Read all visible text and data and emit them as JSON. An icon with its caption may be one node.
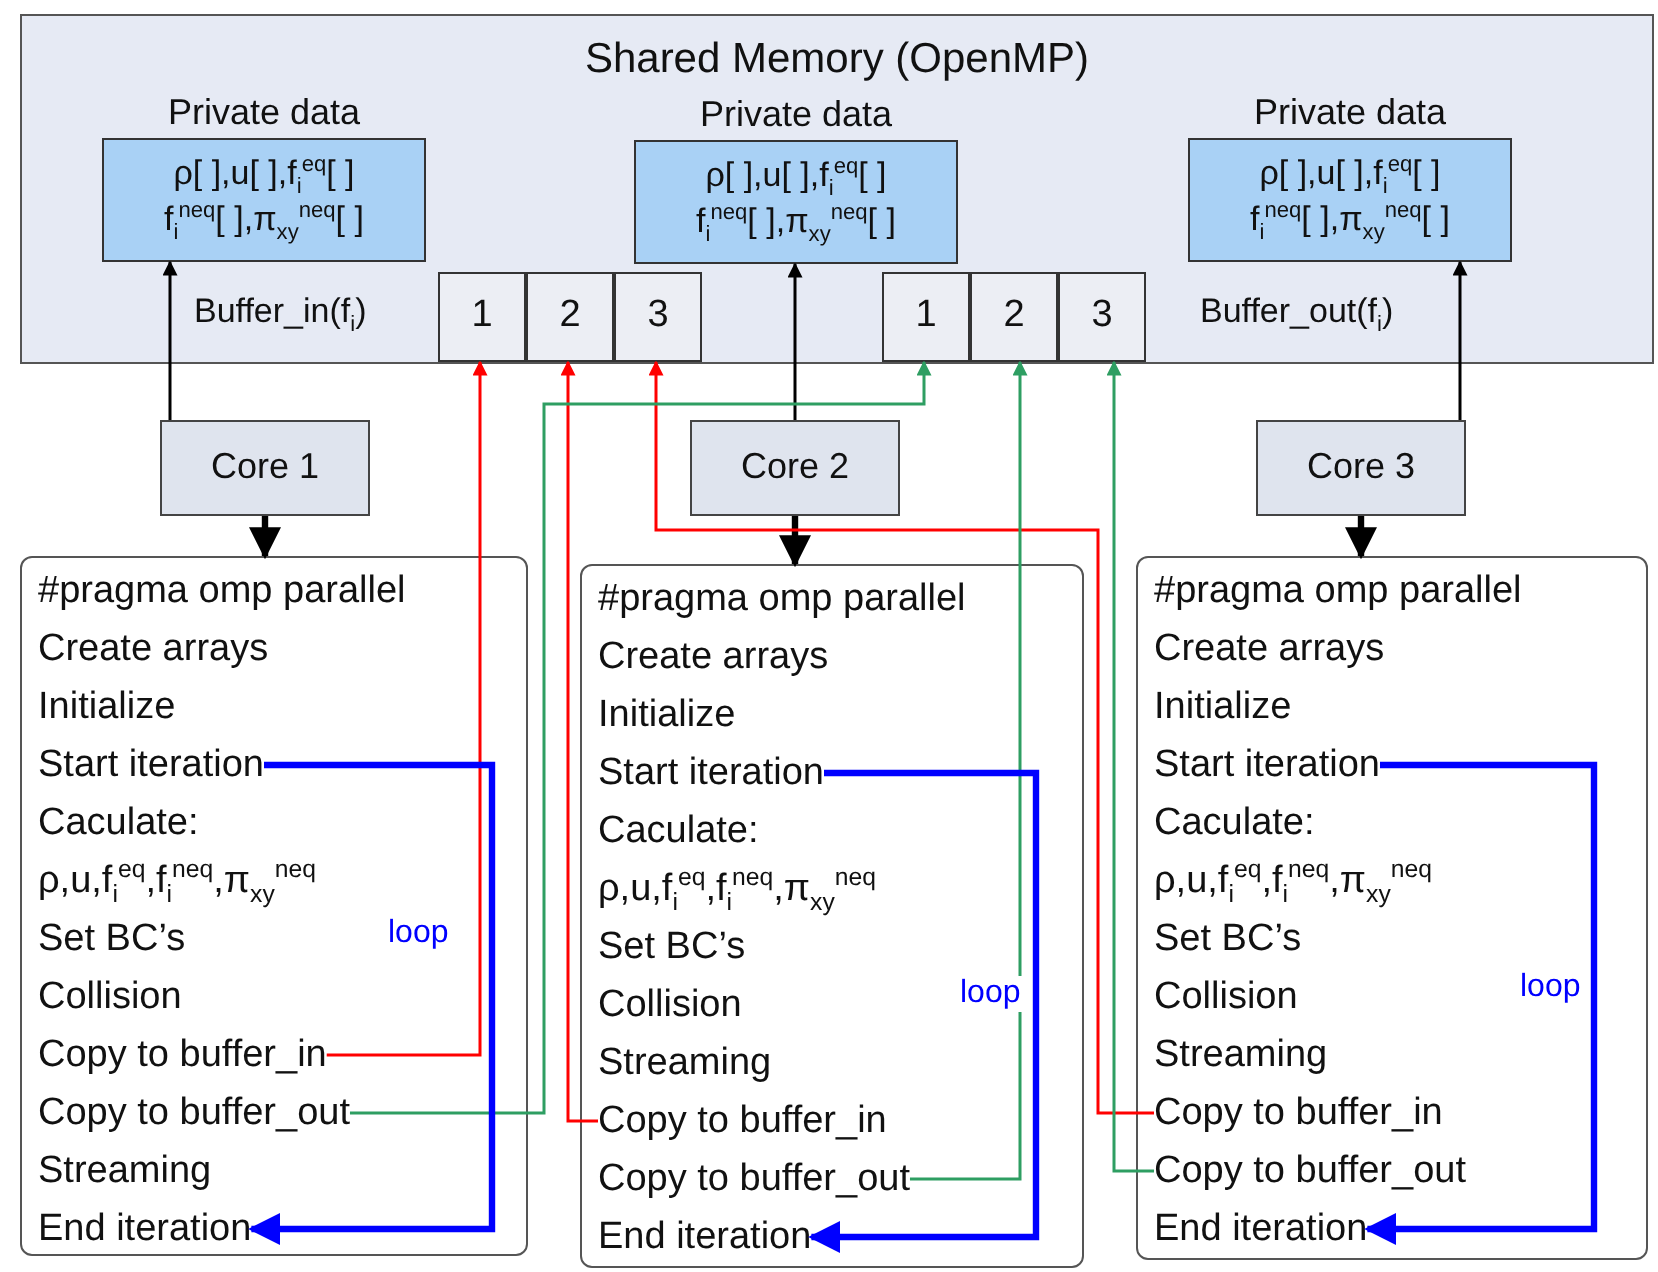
{
  "diagram": {
    "nodes": [
      {
        "text": [
          "Shared Memory (OpenMP)"
        ]
      },
      {
        "text": [
          "Private data",
          "ρ[ ],u[ ],f$_{i}$$^{eq}$[ ]",
          "f$_{i}$$^{neq}$[ ],π$_{xy}$$^{neq}$[ ]"
        ],
        "in": 0
      },
      {
        "text": [
          "Private data",
          "ρ[ ],u[ ],f$_{i}$$^{eq}$[ ]",
          "f$_{i}$$^{neq}$[ ],π$_{xy}$$^{neq}$[ ]"
        ],
        "in": 0
      },
      {
        "text": [
          "Private data",
          "ρ[ ],u[ ],f$_{i}$$^{eq}$[ ]",
          "f$_{i}$$^{neq}$[ ],π$_{xy}$$^{neq}$[ ]"
        ],
        "in": 0
      },
      {
        "text": [
          "1"
        ],
        "in": 0
      },
      {
        "text": [
          "2"
        ],
        "in": 0
      },
      {
        "text": [
          "3"
        ],
        "in": 0
      },
      {
        "text": [
          "1"
        ],
        "in": 0
      },
      {
        "text": [
          "2"
        ],
        "in": 0
      },
      {
        "text": [
          "3"
        ],
        "in": 0
      },
      {
        "text": [
          "Core 1"
        ]
      },
      {
        "text": [
          "Core 2"
        ]
      },
      {
        "text": [
          "Core 3"
        ]
      },
      {
        "text": [],
        "shape": "box"
      },
      {
        "text": [
          "#pragma omp parallel"
        ],
        "in": 13
      },
      {
        "text": [
          "Create arrays"
        ],
        "in": 13
      },
      {
        "text": [
          "Initialize"
        ],
        "in": 13
      },
      {
        "text": [
          "Start iteration"
        ],
        "in": 13
      },
      {
        "text": [
          "Caculate:"
        ],
        "in": 13
      },
      {
        "text": [
          "ρ,u,f$_{i}$$^{eq}$,f$_{i}$$^{neq}$,π$_{xy}$$^{neq}$"
        ],
        "in": 13
      },
      {
        "text": [
          "Set BC’s"
        ],
        "in": 13
      },
      {
        "text": [
          "Collision"
        ],
        "in": 13
      },
      {
        "text": [
          "Copy to buffer_in"
        ],
        "in": 13
      },
      {
        "text": [
          "Copy to buffer_out"
        ],
        "in": 13
      },
      {
        "text": [
          "Streaming"
        ],
        "in": 13
      },
      {
        "text": [
          "End iteration"
        ],
        "in": 13
      },
      {
        "text": [],
        "shape": "box"
      },
      {
        "text": [
          "#pragma omp parallel"
        ],
        "in": 26
      },
      {
        "text": [
          "Create arrays"
        ],
        "in": 26
      },
      {
        "text": [
          "Initialize"
        ],
        "in": 26
      },
      {
        "text": [
          "Start iteration"
        ],
        "in": 26
      },
      {
        "text": [
          "Caculate:"
        ],
        "in": 26
      },
      {
        "text": [
          "ρ,u,f$_{i}$$^{eq}$,f$_{i}$$^{neq}$,π$_{xy}$$^{neq}$"
        ],
        "in": 26
      },
      {
        "text": [
          "Set BC’s"
        ],
        "in": 26
      },
      {
        "text": [
          "Collision"
        ],
        "in": 26
      },
      {
        "text": [
          "Streaming"
        ],
        "in": 26
      },
      {
        "text": [
          "Copy to buffer_in"
        ],
        "in": 26
      },
      {
        "text": [
          "Copy to buffer_out"
        ],
        "in": 26
      },
      {
        "text": [
          "End iteration"
        ],
        "in": 26
      },
      {
        "text": [],
        "shape": "box"
      },
      {
        "text": [
          "#pragma omp parallel"
        ],
        "in": 39
      },
      {
        "text": [
          "Create arrays"
        ],
        "in": 39
      },
      {
        "text": [
          "Initialize"
        ],
        "in": 39
      },
      {
        "text": [
          "Start iteration"
        ],
        "in": 39
      },
      {
        "text": [
          "Caculate:"
        ],
        "in": 39
      },
      {
        "text": [
          "ρ,u,f$_{i}$$^{eq}$,f$_{i}$$^{neq}$,π$_{xy}$$^{neq}$"
        ],
        "in": 39
      },
      {
        "text": [
          "Set BC’s"
        ],
        "in": 39
      },
      {
        "text": [
          "Collision"
        ],
        "in": 39
      },
      {
        "text": [
          "Streaming"
        ],
        "in": 39
      },
      {
        "text": [
          "Copy to buffer_in"
        ],
        "in": 39
      },
      {
        "text": [
          "Copy to buffer_out"
        ],
        "in": 39
      },
      {
        "text": [
          "End iteration"
        ],
        "in": 39
      }
    ],
    "edges": [
      {
        "from": 10,
        "to": 1,
        "arrow": "to"
      },
      {
        "from": 11,
        "to": 2,
        "arrow": "to"
      },
      {
        "from": 12,
        "to": 3,
        "arrow": "to"
      },
      {
        "from": 10,
        "to": 13,
        "arrow": "to",
        "style": "thick"
      },
      {
        "from": 11,
        "to": 26,
        "arrow": "to",
        "style": "thick"
      },
      {
        "from": 12,
        "to": 39,
        "arrow": "to",
        "style": "thick"
      },
      {
        "from": 22,
        "to": 4,
        "arrow": "to",
        "color": "#ff0000"
      },
      {
        "from": 36,
        "to": 5,
        "arrow": "to",
        "color": "#ff0000"
      },
      {
        "from": 49,
        "to": 6,
        "arrow": "to",
        "color": "#ff0000"
      },
      {
        "from": 23,
        "to": 7,
        "arrow": "to",
        "color": "#2e9e62"
      },
      {
        "from": 37,
        "to": 8,
        "arrow": "to",
        "color": "#2e9e62"
      },
      {
        "from": 50,
        "to": 9,
        "arrow": "to",
        "color": "#2e9e62"
      },
      {
        "from": 17,
        "to": 25,
        "arrow": "to",
        "label": "loop",
        "style": "thick",
        "color": "#0000ff"
      },
      {
        "from": 30,
        "to": 38,
        "arrow": "to",
        "label": "loop",
        "style": "thick",
        "color": "#0000ff"
      },
      {
        "from": 43,
        "to": 51,
        "arrow": "to",
        "label": "loop",
        "style": "thick",
        "color": "#0000ff"
      }
    ],
    "labels": [
      "Buffer_in(f$_{i}$)",
      "Buffer_out(f$_{i}$)"
    ]
  }
}
